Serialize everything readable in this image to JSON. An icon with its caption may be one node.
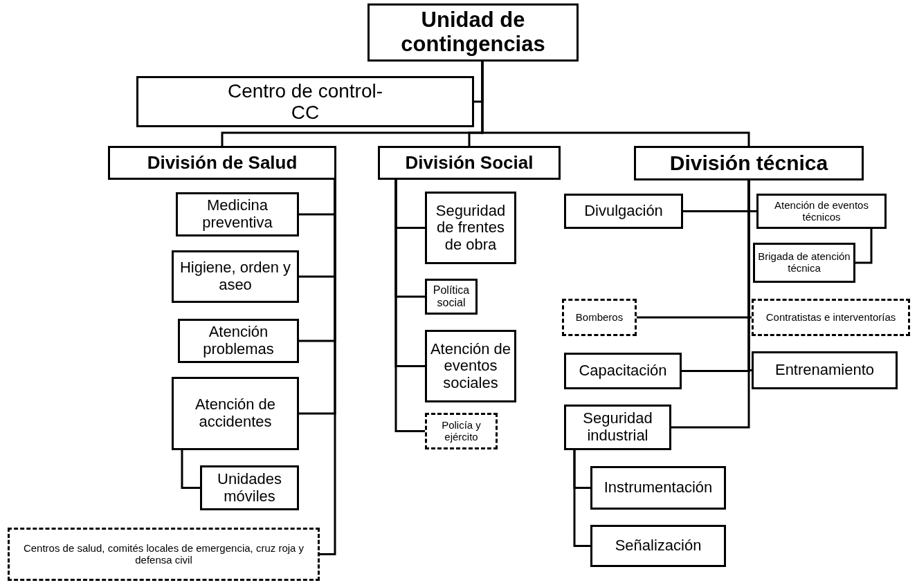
{
  "diagram": {
    "nodes": [
      {
        "text": [
          "Unidad de contingencias"
        ]
      },
      {
        "text": [
          "Centro de control-CC"
        ]
      },
      {
        "text": [
          "División de Salud"
        ]
      },
      {
        "text": [
          "División Social"
        ]
      },
      {
        "text": [
          "División técnica"
        ]
      },
      {
        "text": [
          "Medicina preventiva"
        ]
      },
      {
        "text": [
          "Higiene, orden y aseo"
        ]
      },
      {
        "text": [
          "Atención problemas"
        ]
      },
      {
        "text": [
          "Atención de accidentes"
        ]
      },
      {
        "text": [
          "Unidades móviles"
        ]
      },
      {
        "text": [
          "Centros de salud, comités locales de emergencia, cruz roja y defensa civil"
        ]
      },
      {
        "text": [
          "Seguridad de frentes de obra"
        ]
      },
      {
        "text": [
          "Política social"
        ]
      },
      {
        "text": [
          "Atención de eventos sociales"
        ]
      },
      {
        "text": [
          "Policía y ejército"
        ]
      },
      {
        "text": [
          "Divulgación"
        ]
      },
      {
        "text": [
          "Atención de eventos técnicos"
        ]
      },
      {
        "text": [
          "Brigada de atención técnica"
        ]
      },
      {
        "text": [
          "Bomberos"
        ]
      },
      {
        "text": [
          "Contratistas e interventorías"
        ]
      },
      {
        "text": [
          "Capacitación"
        ]
      },
      {
        "text": [
          "Entrenamiento"
        ]
      },
      {
        "text": [
          "Seguridad industrial"
        ]
      },
      {
        "text": [
          "Instrumentación"
        ]
      },
      {
        "text": [
          "Señalización"
        ]
      }
    ],
    "edges": [
      {
        "from": 0,
        "to": 1,
        "arrow": "none"
      },
      {
        "from": 0,
        "to": 2,
        "arrow": "none"
      },
      {
        "from": 0,
        "to": 3,
        "arrow": "none"
      },
      {
        "from": 0,
        "to": 4,
        "arrow": "none"
      },
      {
        "from": 2,
        "to": 5,
        "arrow": "none"
      },
      {
        "from": 2,
        "to": 6,
        "arrow": "none"
      },
      {
        "from": 2,
        "to": 7,
        "arrow": "none"
      },
      {
        "from": 2,
        "to": 8,
        "arrow": "none"
      },
      {
        "from": 8,
        "to": 9,
        "arrow": "none"
      },
      {
        "from": 2,
        "to": 10,
        "arrow": "none"
      },
      {
        "from": 3,
        "to": 11,
        "arrow": "none"
      },
      {
        "from": 3,
        "to": 12,
        "arrow": "none"
      },
      {
        "from": 3,
        "to": 13,
        "arrow": "none"
      },
      {
        "from": 3,
        "to": 14,
        "arrow": "none"
      },
      {
        "from": 4,
        "to": 15,
        "arrow": "none"
      },
      {
        "from": 4,
        "to": 16,
        "arrow": "none"
      },
      {
        "from": 16,
        "to": 17,
        "arrow": "none"
      },
      {
        "from": 4,
        "to": 18,
        "arrow": "none"
      },
      {
        "from": 4,
        "to": 19,
        "arrow": "none"
      },
      {
        "from": 4,
        "to": 20,
        "arrow": "none"
      },
      {
        "from": 4,
        "to": 21,
        "arrow": "none"
      },
      {
        "from": 4,
        "to": 22,
        "arrow": "none"
      },
      {
        "from": 22,
        "to": 23,
        "arrow": "none"
      },
      {
        "from": 22,
        "to": 24,
        "arrow": "none"
      }
    ]
  }
}
